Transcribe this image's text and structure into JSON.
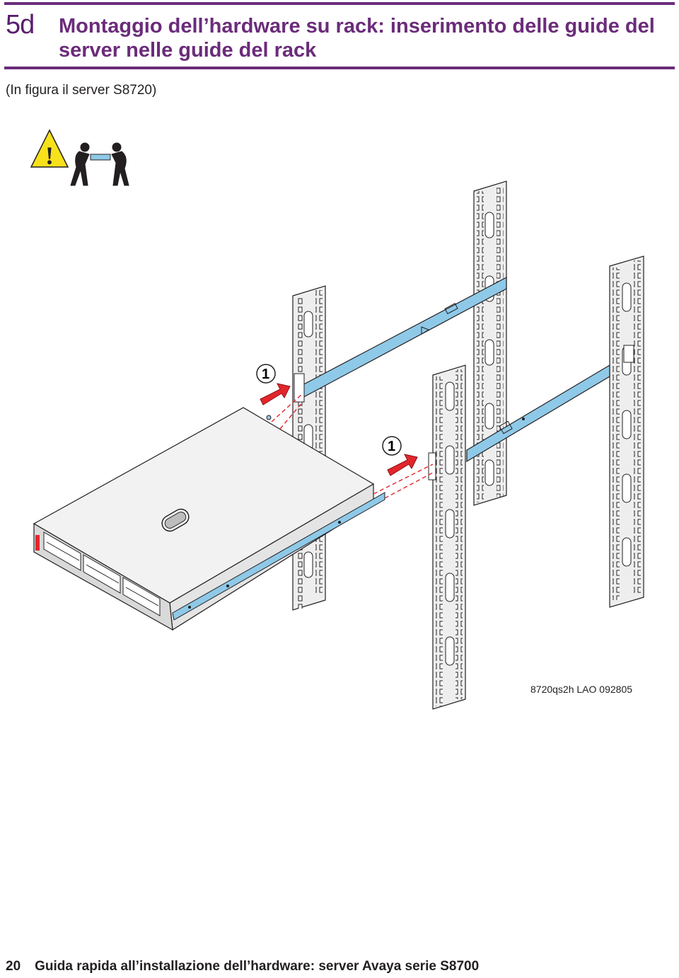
{
  "header": {
    "step": "5d",
    "title": "Montaggio dell’hardware su rack: inserimento delle guide del server nelle guide del rack"
  },
  "caption": "(In figura il server S8720)",
  "figure": {
    "callouts": [
      "1",
      "1"
    ],
    "figure_id": "8720qs2h LAO 092805",
    "icons": [
      "warning-triangle-icon",
      "two-person-lift-icon"
    ],
    "colors": {
      "rail": "#8fc9e8",
      "arrow": "#e3262b",
      "accent": "#6b2c7a"
    }
  },
  "footer": {
    "page_number": "20",
    "text": "Guida rapida all’installazione dell’hardware: server Avaya serie S8700"
  }
}
